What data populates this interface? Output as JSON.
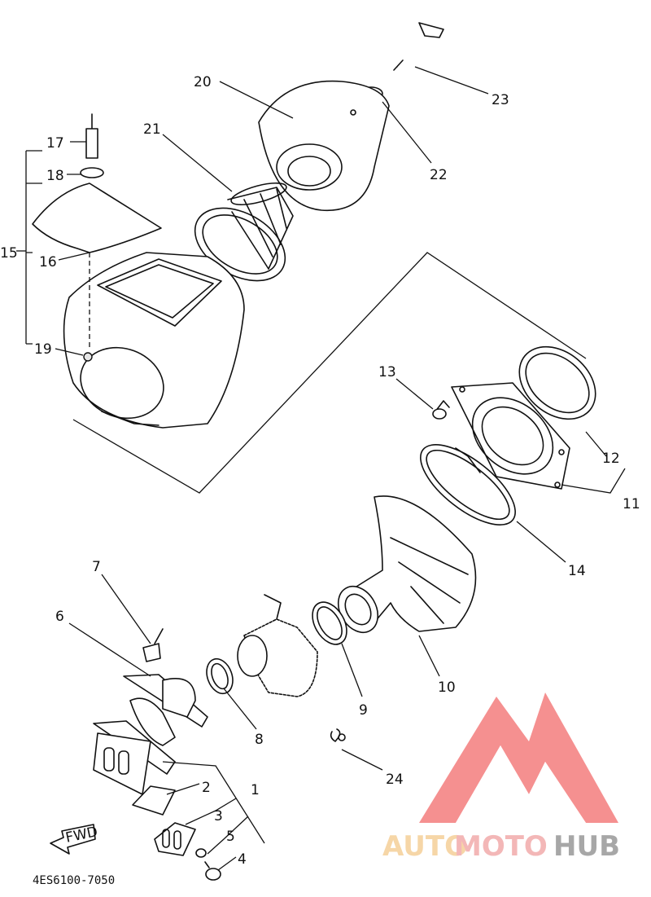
{
  "diagram_code": "4ES6100-7050",
  "fwd_label": "FWD",
  "watermark": {
    "part1": "AUTO",
    "part2": "MOTO",
    "part3": "HUB"
  },
  "callouts": {
    "p1": "1",
    "p2": "2",
    "p3": "3",
    "p4": "4",
    "p5": "5",
    "p6": "6",
    "p7": "7",
    "p8": "8",
    "p9": "9",
    "p10": "10",
    "p11": "11",
    "p12": "12",
    "p13": "13",
    "p14": "14",
    "p15": "15",
    "p16": "16",
    "p17": "17",
    "p18": "18",
    "p19": "19",
    "p20": "20",
    "p21": "21",
    "p22": "22",
    "p23": "23",
    "p24": "24"
  }
}
